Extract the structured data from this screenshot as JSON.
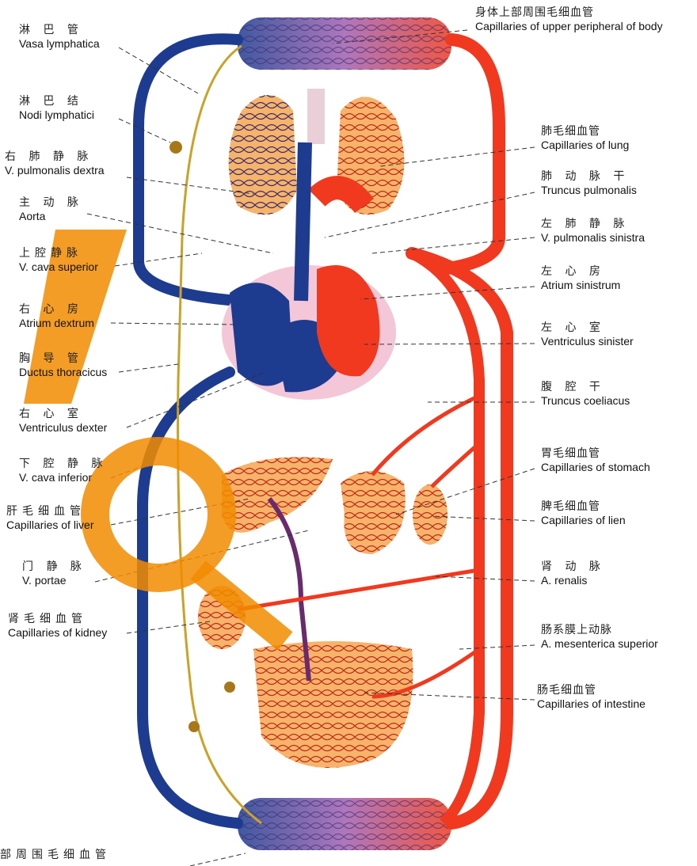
{
  "labels_left": [
    {
      "key": "vasa_lymphatica",
      "zh": "淋 巴 管",
      "en": "Vasa lymphatica"
    },
    {
      "key": "nodi_lymphatici",
      "zh": "淋 巴 结",
      "en": "Nodi lymphatici"
    },
    {
      "key": "v_pulmonalis_dextra",
      "zh": "右 肺 静 脉",
      "en": "V. pulmonalis dextra"
    },
    {
      "key": "aorta",
      "zh": "主 动 脉",
      "en": "Aorta"
    },
    {
      "key": "v_cava_superior",
      "zh": "上腔静脉",
      "en": "V. cava superior"
    },
    {
      "key": "atrium_dextrum",
      "zh": "右 心 房",
      "en": "Atrium dextrum"
    },
    {
      "key": "ductus_thoracicus",
      "zh": "胸 导 管",
      "en": "Ductus thoracicus"
    },
    {
      "key": "ventriculus_dexter",
      "zh": "右 心 室",
      "en": "Ventriculus dexter"
    },
    {
      "key": "v_cava_inferior",
      "zh": "下 腔 静 脉",
      "en": "V. cava inferior"
    },
    {
      "key": "capillaries_liver",
      "zh": "肝毛细血管",
      "en": "Capillaries of liver"
    },
    {
      "key": "v_portae",
      "zh": "门 静 脉",
      "en": "V. portae"
    },
    {
      "key": "capillaries_kidney",
      "zh": "肾毛细血管",
      "en": "Capillaries of kidney"
    },
    {
      "key": "capillaries_lower",
      "zh": "部周围毛细血管",
      "en": ""
    }
  ],
  "labels_right": [
    {
      "key": "capillaries_upper",
      "zh": "身体上部周围毛细血管",
      "en": "Capillaries of upper peripheral of body"
    },
    {
      "key": "capillaries_lung",
      "zh": "肺毛细血管",
      "en": "Capillaries of lung"
    },
    {
      "key": "truncus_pulmonalis",
      "zh": "肺 动 脉 干",
      "en": "Truncus pulmonalis"
    },
    {
      "key": "v_pulmonalis_sinistra",
      "zh": "左 肺 静 脉",
      "en": "V. pulmonalis sinistra"
    },
    {
      "key": "atrium_sinistrum",
      "zh": "左 心 房",
      "en": "Atrium sinistrum"
    },
    {
      "key": "ventriculus_sinister",
      "zh": "左 心 室",
      "en": "Ventriculus sinister"
    },
    {
      "key": "truncus_coeliacus",
      "zh": "腹 腔 干",
      "en": "Truncus coeliacus"
    },
    {
      "key": "capillaries_stomach",
      "zh": "胃毛细血管",
      "en": "Capillaries of stomach"
    },
    {
      "key": "capillaries_lien",
      "zh": "脾毛细血管",
      "en": "Capillaries of lien"
    },
    {
      "key": "a_renalis",
      "zh": "肾 动 脉",
      "en": "A. renalis"
    },
    {
      "key": "a_mesenterica_superior",
      "zh": "肠系膜上动脉",
      "en": "A. mesenterica superior"
    },
    {
      "key": "capillaries_intestine",
      "zh": "肠毛细血管",
      "en": "Capillaries of intestine"
    }
  ],
  "colors": {
    "arterial": "#f0391e",
    "venous": "#1d3b8f",
    "lymph": "#c9a227",
    "organ_fill": "#f6b46a",
    "heart_sac": "#f4c7d8",
    "watermark": "#f28c00"
  }
}
